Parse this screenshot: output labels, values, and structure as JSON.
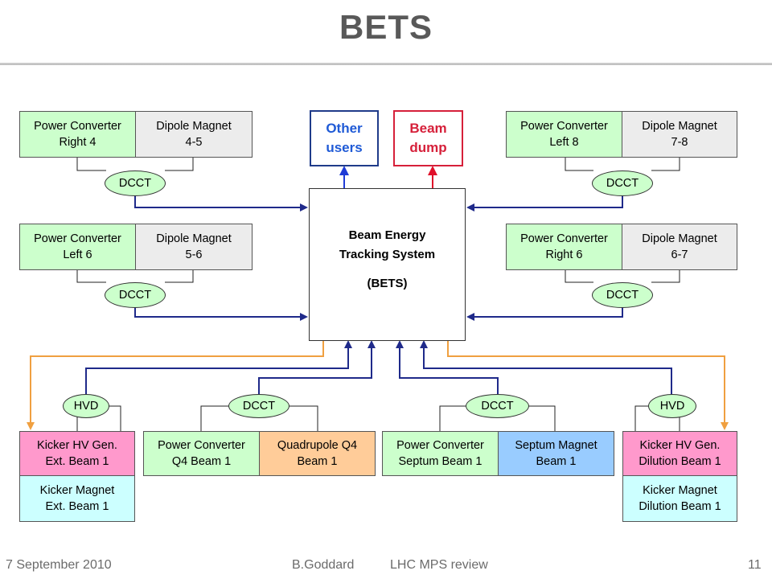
{
  "title": "BETS",
  "footer": {
    "date": "7 September 2010",
    "author": "B.Goddard",
    "event": "LHC MPS review",
    "page": "11"
  },
  "center": {
    "line1": "Beam Energy",
    "line2": "Tracking System",
    "line3": "(BETS)"
  },
  "outputs": {
    "other_l1": "Other",
    "other_l2": "users",
    "dump_l1": "Beam",
    "dump_l2": "dump"
  },
  "units": {
    "pc_r4": {
      "pc_l1": "Power Converter",
      "pc_l2": "Right 4",
      "mag_l1": "Dipole Magnet",
      "mag_l2": "4-5",
      "sensor": "DCCT"
    },
    "pc_l6": {
      "pc_l1": "Power Converter",
      "pc_l2": "Left 6",
      "mag_l1": "Dipole Magnet",
      "mag_l2": "5-6",
      "sensor": "DCCT"
    },
    "pc_l8": {
      "pc_l1": "Power Converter",
      "pc_l2": "Left 8",
      "mag_l1": "Dipole Magnet",
      "mag_l2": "7-8",
      "sensor": "DCCT"
    },
    "pc_r6": {
      "pc_l1": "Power Converter",
      "pc_l2": "Right 6",
      "mag_l1": "Dipole Magnet",
      "mag_l2": "6-7",
      "sensor": "DCCT"
    },
    "q4": {
      "pc_l1": "Power Converter",
      "pc_l2": "Q4 Beam 1",
      "mag_l1": "Quadrupole Q4",
      "mag_l2": "Beam 1",
      "sensor": "DCCT"
    },
    "septum": {
      "pc_l1": "Power Converter",
      "pc_l2": "Septum Beam 1",
      "mag_l1": "Septum Magnet",
      "mag_l2": "Beam 1",
      "sensor": "DCCT"
    },
    "kicker_ext": {
      "gen_l1": "Kicker HV Gen.",
      "gen_l2": "Ext. Beam 1",
      "mag_l1": "Kicker Magnet",
      "mag_l2": "Ext. Beam 1",
      "sensor": "HVD"
    },
    "kicker_dil": {
      "gen_l1": "Kicker HV Gen.",
      "gen_l2": "Dilution Beam 1",
      "mag_l1": "Kicker Magnet",
      "mag_l2": "Dilution Beam 1",
      "sensor": "HVD"
    }
  },
  "colors": {
    "signal": "#1f2a8a",
    "kicker_link": "#f0a040",
    "other_arrow": "#1f3bd6",
    "dump_arrow": "#e0102a"
  }
}
